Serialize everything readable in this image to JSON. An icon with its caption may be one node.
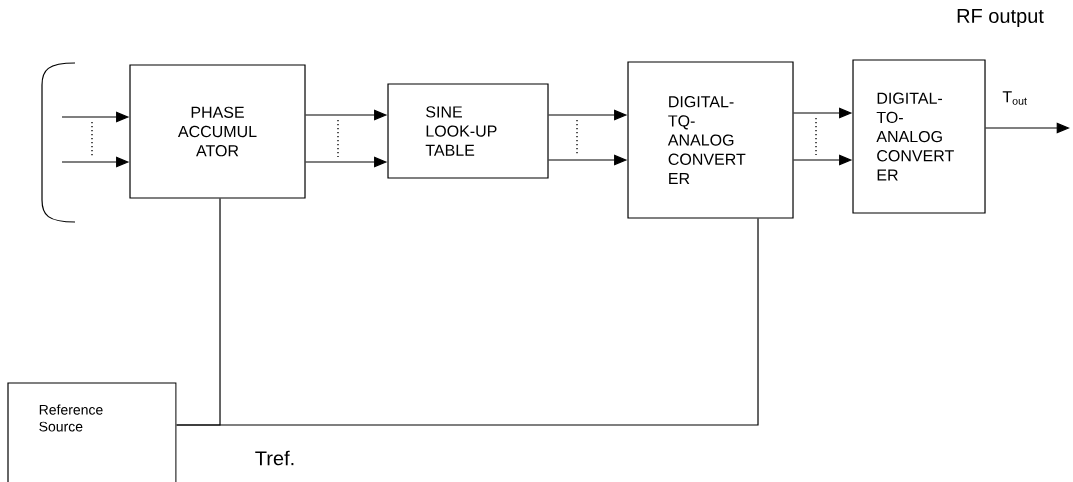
{
  "diagram": {
    "nodes": [
      {
        "text": [
          "PHASE ACCUMUL ATOR"
        ]
      },
      {
        "text": [
          "SINE LOOK-UP TABLE"
        ]
      },
      {
        "text": [
          "DIGITAL- TQ- ANALOG CONVERT ER"
        ]
      },
      {
        "text": [
          "DIGITAL- TO- ANALOG CONVERT ER"
        ]
      },
      {
        "text": [
          "Reference Source"
        ]
      }
    ],
    "edges": [
      {
        "from": null,
        "to": 0,
        "arrow": "to"
      },
      {
        "from": null,
        "to": 0,
        "arrow": "to"
      },
      {
        "from": 0,
        "to": 1,
        "arrow": "to"
      },
      {
        "from": 0,
        "to": 1,
        "arrow": "to"
      },
      {
        "from": 1,
        "to": 2,
        "arrow": "to"
      },
      {
        "from": 1,
        "to": 2,
        "arrow": "to"
      },
      {
        "from": 2,
        "to": 3,
        "arrow": "to"
      },
      {
        "from": 2,
        "to": 3,
        "arrow": "to"
      },
      {
        "from": 3,
        "to": null,
        "arrow": "to",
        "label": "T$_{out}$"
      },
      {
        "from": 4,
        "to": 0,
        "arrow": "none"
      },
      {
        "from": 4,
        "to": 2,
        "arrow": "none"
      }
    ],
    "labels": [
      "RF output",
      "Tref."
    ]
  }
}
